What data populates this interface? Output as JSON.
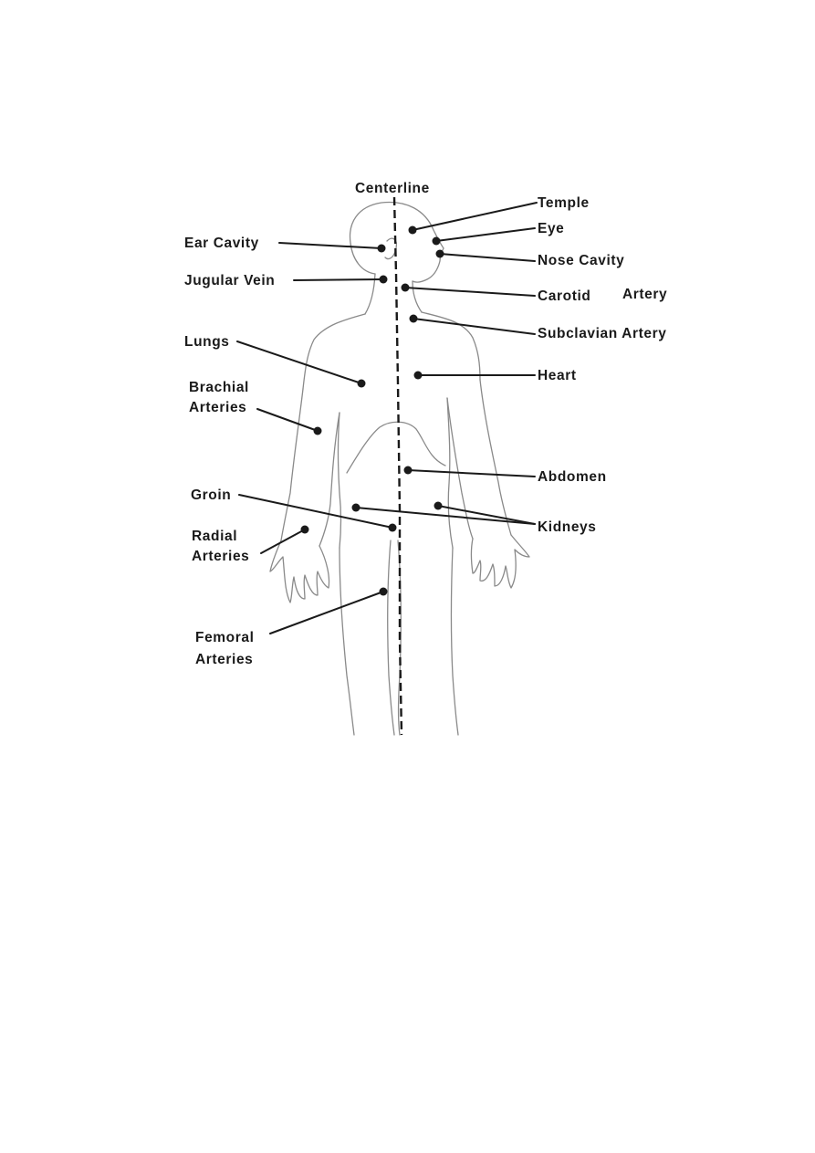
{
  "diagram": {
    "centerline_label": "Centerline",
    "labels": {
      "temple": "Temple",
      "eye": "Eye",
      "ear_cavity": "Ear Cavity",
      "nose_cavity": "Nose Cavity",
      "jugular_vein": "Jugular Vein",
      "carotid": "Carotid",
      "artery": "Artery",
      "subclavian_artery": "Subclavian Artery",
      "lungs": "Lungs",
      "heart": "Heart",
      "brachial_1": "Brachial",
      "brachial_2": "Arteries",
      "abdomen": "Abdomen",
      "groin": "Groin",
      "kidneys": "Kidneys",
      "radial_1": "Radial",
      "radial_2": "Arteries",
      "femoral_1": "Femoral",
      "femoral_2": "Arteries"
    }
  }
}
